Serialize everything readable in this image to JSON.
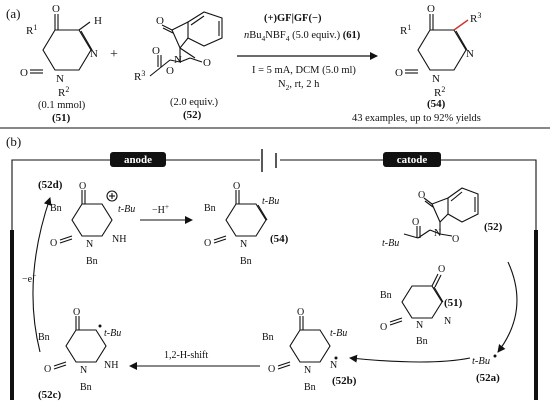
{
  "panel_a": {
    "label": "(a)",
    "r1": "R",
    "r1_sup": "1",
    "r2": "R",
    "r2_sup": "2",
    "r3": "R",
    "r3_sup": "3",
    "H": "H",
    "O": "O",
    "N": "N",
    "plus": "+",
    "amount_51": "(0.1 mmol)",
    "id_51": "(51)",
    "amount_52": "(2.0 equiv.)",
    "id_52": "(52)",
    "cond1_a": "(+)",
    "cond1_b": "GF",
    "cond1_c": "|",
    "cond1_d": "GF",
    "cond1_e": "(−)",
    "cond2_a": "n",
    "cond2_b": "Bu",
    "cond2_c": "4",
    "cond2_d": "NBF",
    "cond2_e": "4",
    "cond2_f": " (5.0 equiv.) ",
    "cond2_g": "(61)",
    "cond3": "I = 5 mA, DCM (5.0 ml)",
    "cond4_a": "N",
    "cond4_b": "2",
    "cond4_c": ", rt, 2 h",
    "id_54": "(54)",
    "summary": "43 examples, up to 92% yields"
  },
  "panel_b": {
    "label": "(b)",
    "anode": "anode",
    "catode": "catode",
    "bn": "Bn",
    "tbu": "t-Bu",
    "nh": "NH",
    "id_52d": "(52d)",
    "id_54": "(54)",
    "id_52": "(52)",
    "id_51": "(51)",
    "id_52a": "(52a)",
    "id_52b": "(52b)",
    "id_52c": "(52c)",
    "minus_h": "−H",
    "minus_h_sup": "+",
    "minus_e": "−e",
    "minus_e_sup": "−",
    "shift": "1,2-H-shift",
    "tbu_radical": "t-Bu"
  }
}
